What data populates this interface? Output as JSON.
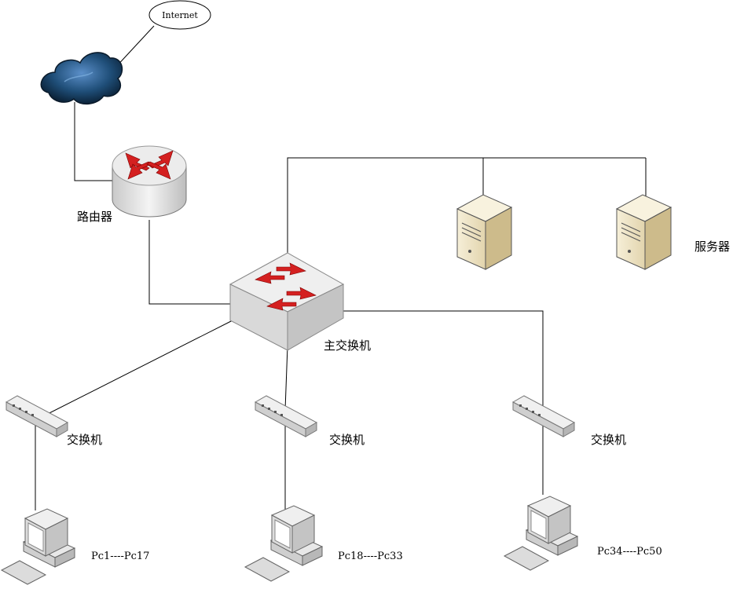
{
  "internet": {
    "label": "Internet"
  },
  "router": {
    "label": "路由器"
  },
  "core_switch": {
    "label": "主交换机"
  },
  "servers": {
    "label": "服务器",
    "count": 2
  },
  "access_switches": [
    {
      "label": "交换机",
      "pc_range": "Pc1----Pc17"
    },
    {
      "label": "交换机",
      "pc_range": "Pc18----Pc33"
    },
    {
      "label": "交换机",
      "pc_range": "Pc34----Pc50"
    }
  ],
  "colors": {
    "arrow": "#d42020",
    "cloud": "#1f4e78",
    "server": "#efe6cc",
    "device": "#e6e6e6"
  }
}
